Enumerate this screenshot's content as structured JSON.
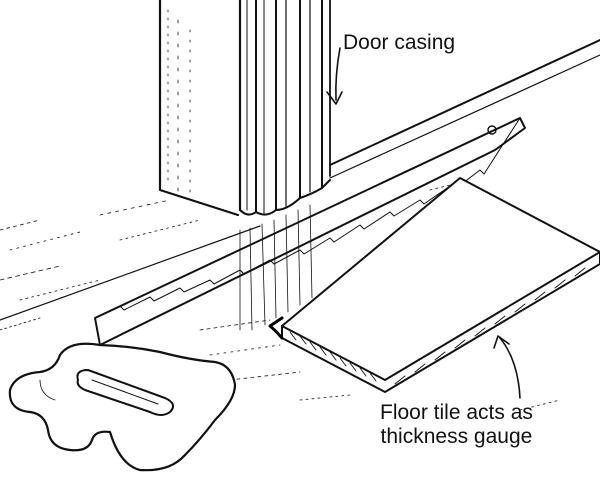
{
  "labels": {
    "door_casing": "Door casing",
    "floor_tile_line1": "Floor tile acts as",
    "floor_tile_line2": "thickness gauge"
  },
  "colors": {
    "ink": "#111111",
    "paper": "#ffffff"
  }
}
